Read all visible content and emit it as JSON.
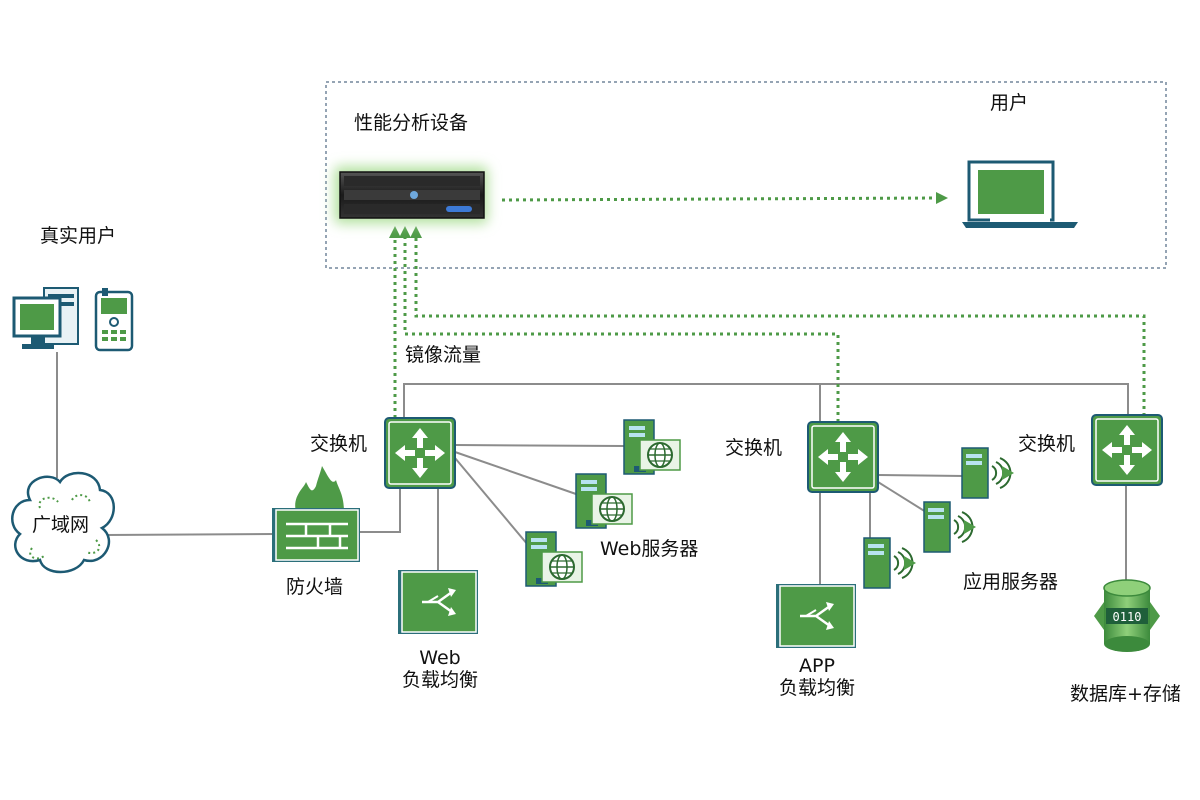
{
  "labels": {
    "analyzer": "性能分析设备",
    "user": "用户",
    "real_users": "真实用户",
    "wan": "广域网",
    "mirror": "镜像流量",
    "switch_1": "交换机",
    "switch_2": "交换机",
    "switch_3": "交换机",
    "firewall": "防火墙",
    "web_lb_line1": "Web",
    "web_lb_line2": "负载均衡",
    "web_servers": "Web服务器",
    "app_lb_line1": "APP",
    "app_lb_line2": "负载均衡",
    "app_servers": "应用服务器",
    "database": "数据库+存储"
  },
  "colors": {
    "green": "#4e9a47",
    "dark_green": "#2d6a30",
    "dotted_link": "#4e9a47",
    "solid_link": "#8c8c8c",
    "frame": "#2b4a6a",
    "teal_outline": "#1d5a73"
  },
  "icons": {
    "analyzer": "rack-server-icon",
    "user": "laptop-icon",
    "real_users": "desktop-and-phone-icon",
    "wan": "cloud-icon",
    "firewall": "firewall-icon",
    "switch": "switch-icon",
    "load_balancer": "load-balancer-icon",
    "web_server": "web-server-icon",
    "app_server": "app-server-icon",
    "database": "database-storage-icon"
  }
}
